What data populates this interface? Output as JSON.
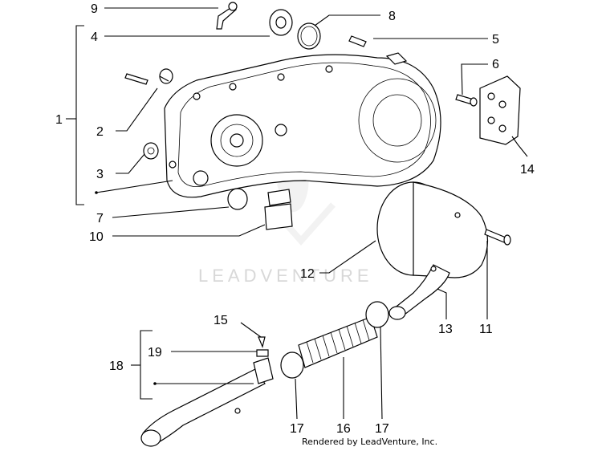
{
  "callouts": {
    "c1": "1",
    "c2": "2",
    "c3": "3",
    "c4": "4",
    "c5": "5",
    "c6": "6",
    "c7": "7",
    "c8": "8",
    "c9": "9",
    "c10": "10",
    "c11": "11",
    "c12": "12",
    "c13": "13",
    "c14": "14",
    "c15": "15",
    "c16": "16",
    "c17a": "17",
    "c17b": "17",
    "c18": "18",
    "c19": "19"
  },
  "watermark": "LEADVENTURE",
  "footer": "Rendered by LeadVenture, Inc."
}
